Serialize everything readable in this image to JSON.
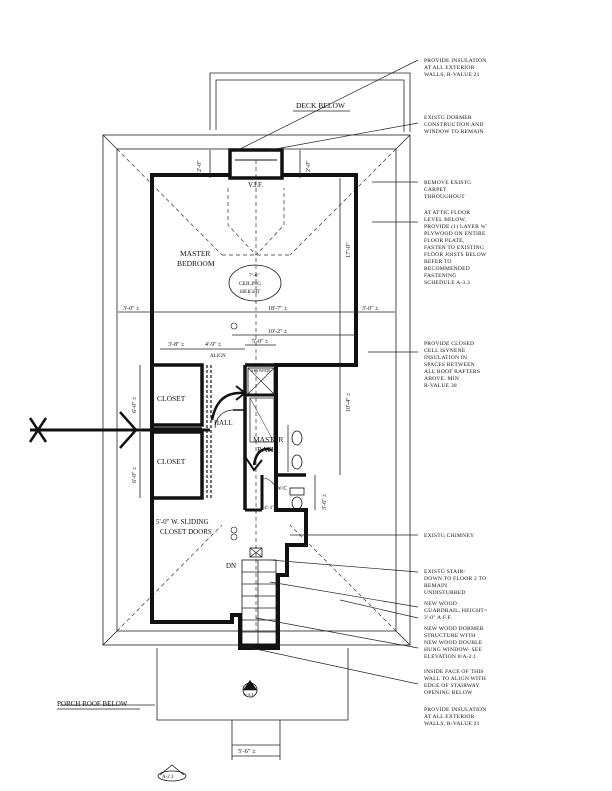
{
  "labels": {
    "deck_below": "DECK BELOW",
    "vif": "V.I.F.",
    "master_bedroom_1": "MASTER",
    "master_bedroom_2": "BEDROOM",
    "ceiling_1": "7'-6\"",
    "ceiling_2": "CEILING",
    "ceiling_3": "HEIGHT",
    "closet_upper": "CLOSET",
    "closet_lower": "CLOSET",
    "hall": "HALL",
    "master_bath_1": "MASTER",
    "master_bath_2": "BATH",
    "shower": "SHOWER",
    "wc": "W/C",
    "align": "ALIGN",
    "sliding_1": "5'-0\" W. SLIDING",
    "sliding_2": "CLOSET DOORS",
    "dn": "DN",
    "porch_roof_below": "PORCH ROOF BELOW",
    "section_num": "2",
    "section_ref": "A-3.1",
    "bottom_ref": "A-2.1"
  },
  "dimensions": {
    "d_2_0_left": "2'-0\"",
    "d_2_0_right": "2'-0\"",
    "d_17_0": "17'-0\"",
    "d_3_0_left": "3'-0\" ±",
    "d_18_7": "18'-7\" ±",
    "d_3_0_right": "3'-0\" ±",
    "d_10_2": "10'-2\" ±",
    "d_3_8": "3'-8\" ±",
    "d_4_9": "4'-9\" ±",
    "d_5_0": "5'-0\" ±",
    "d_6_0_upper": "6'-0\" ±",
    "d_6_0_lower": "6'-0\" ±",
    "d_10_4": "10'-4\" ±",
    "d_3_6": "3'-6\" ±",
    "d_4_1": "4'-1\" ±",
    "d_5_6": "5'-6\" ±"
  },
  "notes": {
    "n1": [
      "PROVIDE INSULATION",
      "AT ALL EXTERIOR",
      "WALLS, R-VALUE 21"
    ],
    "n2": [
      "EXISTG DORMER",
      "CONSTRUCTION AND",
      "WINDOW TO REMAIN"
    ],
    "n3": [
      "REMOVE EXISTG",
      "CARPET",
      "THROUGHOUT"
    ],
    "n4": [
      "AT ATTIC FLOOR",
      "LEVEL BELOW,",
      "PROVIDE (1) LAYER ¾\"",
      "PLYWOOD ON ENTIRE",
      "FLOOR PLATE,",
      "FASTEN TO EXISTING",
      "FLOOR JOISTS BELOW",
      "REFER TO",
      "RECOMMENDED",
      "FASTENING",
      "SCHEDULE A-3.3"
    ],
    "n5": [
      "PROVIDE CLOSED",
      "CELL ISYNENE",
      "INSULATION IN",
      "SPACES BETWEEN",
      "ALL ROOF RAFTERS",
      "ABOVE. MIN",
      "R-VALUE 38"
    ],
    "n6": [
      "EXISTG CHIMNEY"
    ],
    "n7": [
      "EXISTG STAIR-",
      "DOWN TO FLOOR 2 TO",
      "REMAIN",
      "UNDISTURBED"
    ],
    "n8": [
      "NEW WOOD",
      "GUARDRAIL, HEIGHT=",
      "3'-0\" A.F.F."
    ],
    "n9": [
      "NEW WOOD DORMER",
      "STRUCTURE WITH",
      "NEW WOOD DOUBLE",
      "HUNG WINDOW- SEE",
      "ELEVATION 8/A-2.1"
    ],
    "n10": [
      "INSIDE FACE OF THIS",
      "WALL TO ALIGN WITH",
      "EDGE OF STAIRWAY",
      "OPENING BELOW"
    ],
    "n11": [
      "PROVIDE INSULATION",
      "AT ALL EXTERIOR",
      "WALLS, R-VALUE 21"
    ]
  }
}
